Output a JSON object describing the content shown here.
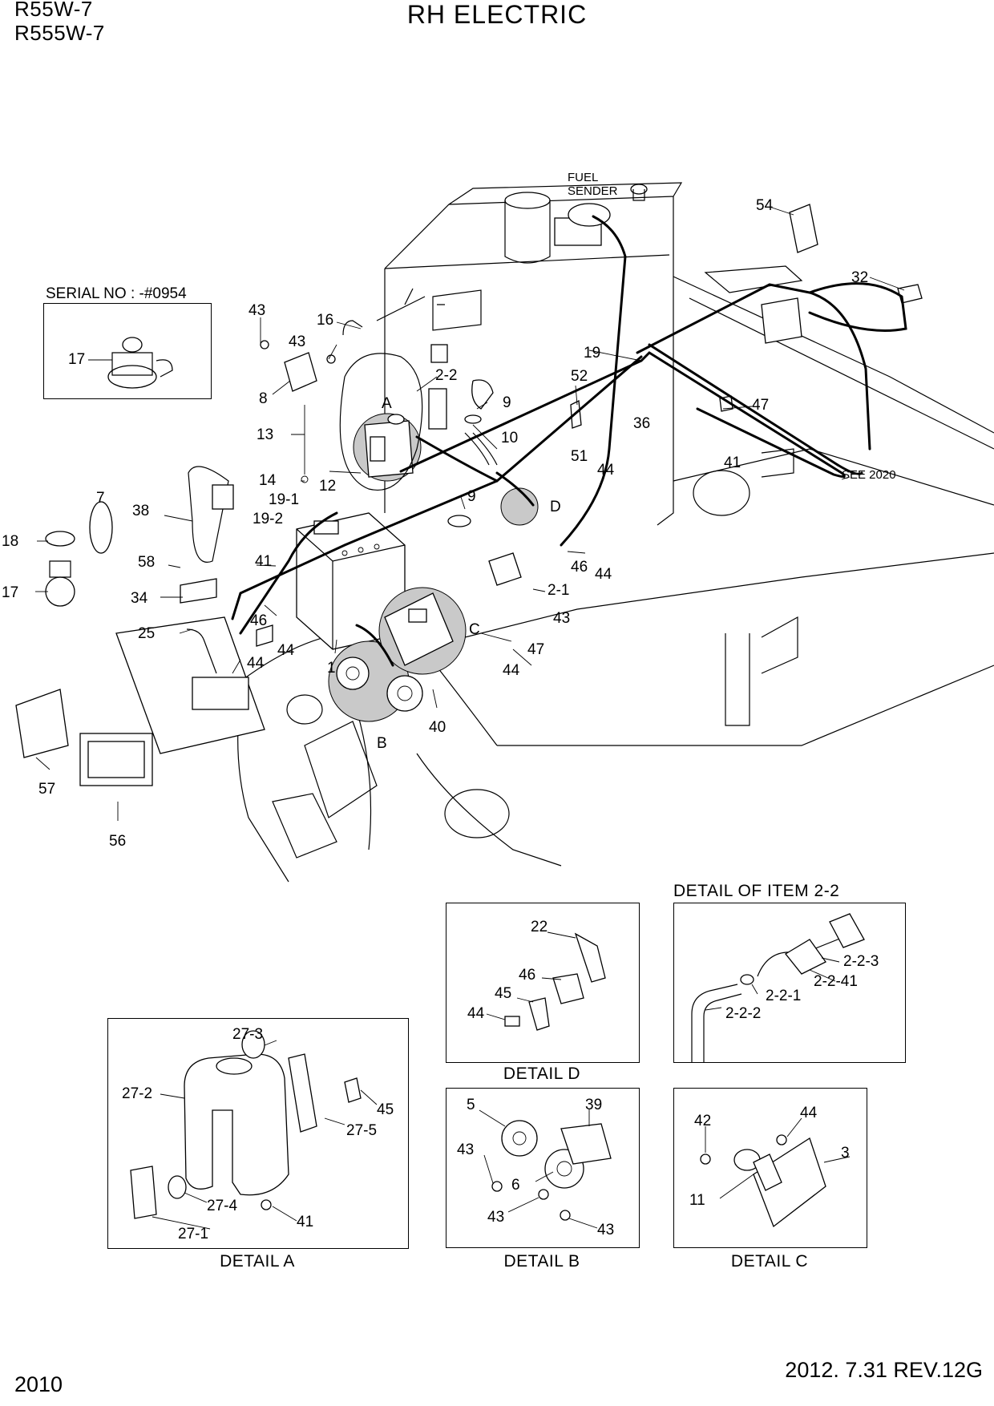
{
  "header": {
    "model_1": "R55W-7",
    "model_2": "R555W-7",
    "title": "RH ELECTRIC"
  },
  "footer": {
    "page_number": "2010",
    "revision": "2012. 7.31  REV.12G"
  },
  "serial_box": {
    "label": "SERIAL NO : -#0954",
    "part": "17"
  },
  "notes": {
    "fuel_sender": [
      "FUEL",
      "SENDER"
    ],
    "see_ref": "SEE 2020"
  },
  "detail_callouts": [
    "A",
    "B",
    "C",
    "D"
  ],
  "main_labels": [
    "54",
    "32",
    "43",
    "16",
    "43",
    "2-2",
    "8",
    "9",
    "52",
    "19",
    "47",
    "36",
    "10",
    "51",
    "44",
    "41",
    "13",
    "14",
    "12",
    "19-1",
    "19-2",
    "9",
    "D",
    "7",
    "38",
    "18",
    "58",
    "41",
    "17",
    "34",
    "46",
    "2-1",
    "46",
    "44",
    "44",
    "43",
    "25",
    "44",
    "1",
    "C",
    "47",
    "44",
    "40",
    "B",
    "57",
    "56",
    "A"
  ],
  "details": {
    "detail_d": {
      "caption": "DETAIL D",
      "labels": [
        "22",
        "46",
        "45",
        "44"
      ]
    },
    "detail_item_2_2": {
      "caption": "DETAIL OF ITEM 2-2",
      "labels": [
        "2-2-3",
        "2-2-41",
        "2-2-1",
        "2-2-2"
      ]
    },
    "detail_a": {
      "caption": "DETAIL A",
      "labels": [
        "27-3",
        "27-2",
        "45",
        "27-5",
        "27-4",
        "41",
        "27-1"
      ]
    },
    "detail_b": {
      "caption": "DETAIL B",
      "labels": [
        "5",
        "39",
        "43",
        "6",
        "43",
        "43"
      ]
    },
    "detail_c": {
      "caption": "DETAIL C",
      "labels": [
        "42",
        "44",
        "3",
        "11"
      ]
    }
  }
}
